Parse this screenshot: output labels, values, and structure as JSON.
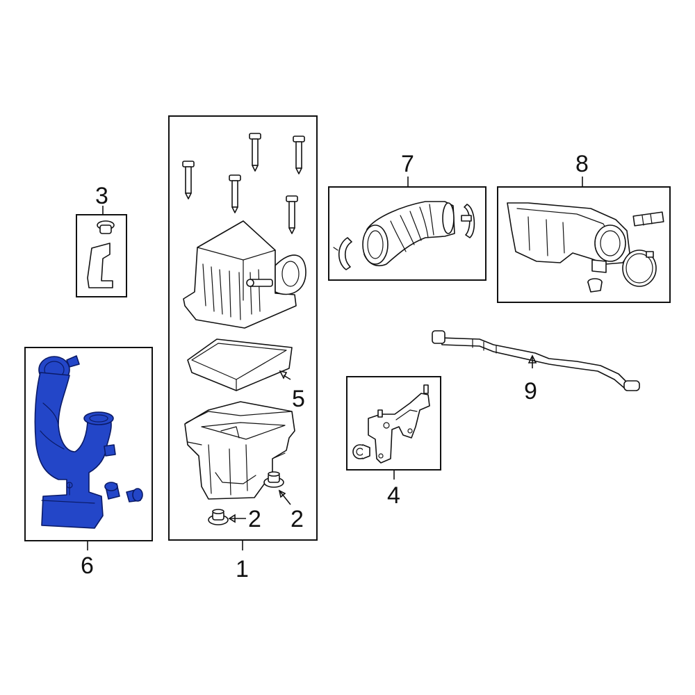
{
  "highlight_color": "#2346c8",
  "callouts": {
    "c1": "1",
    "c2a": "2",
    "c2b": "2",
    "c3": "3",
    "c4": "4",
    "c5": "5",
    "c6": "6",
    "c7": "7",
    "c8": "8",
    "c9": "9"
  }
}
